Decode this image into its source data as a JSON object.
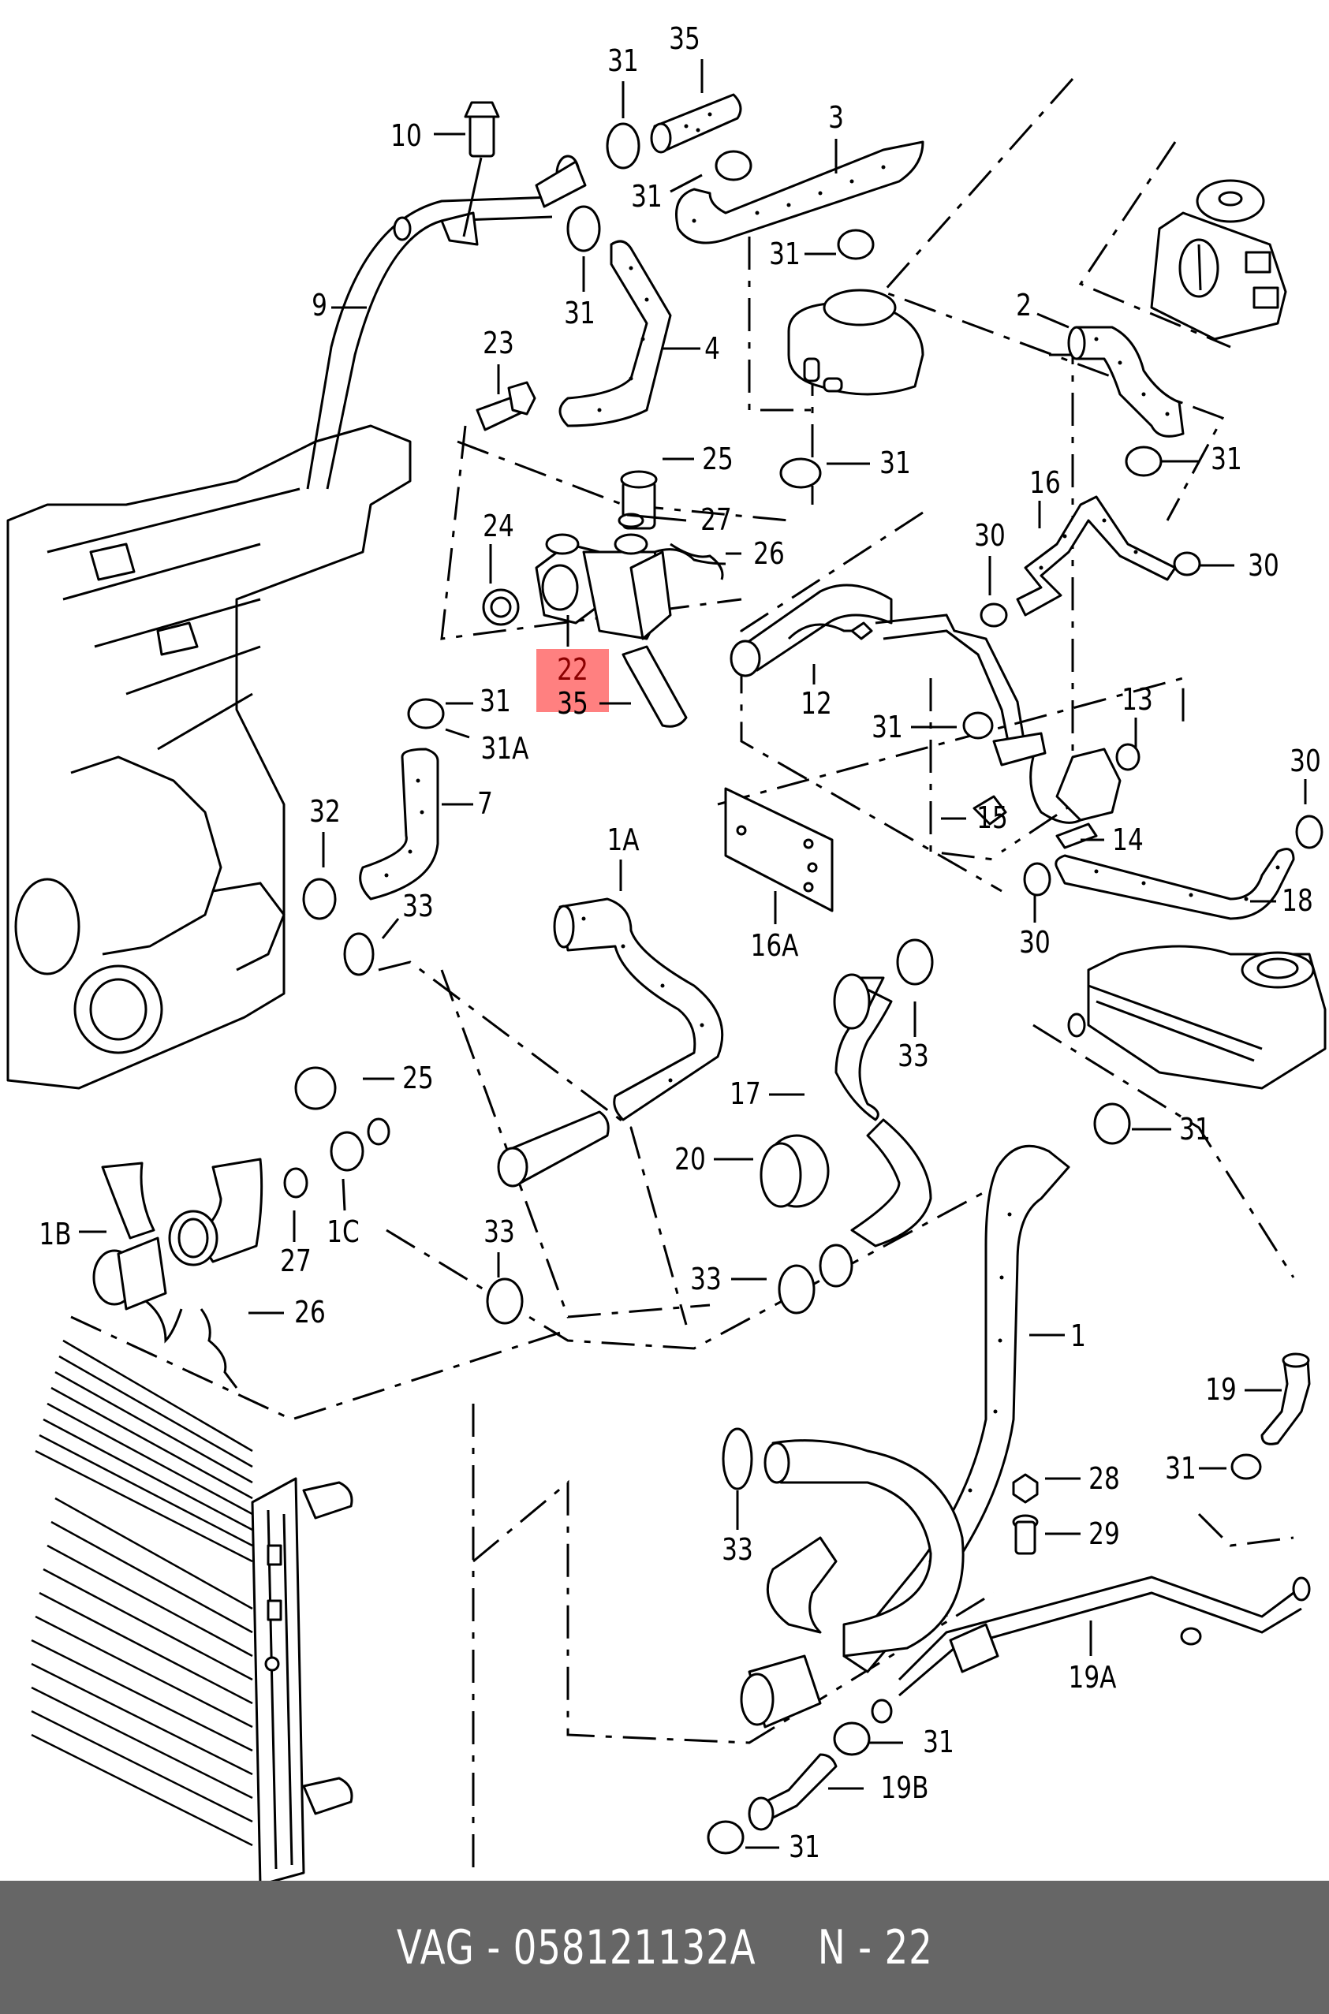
{
  "diagram": {
    "title": "Engine cooling system exploded parts diagram",
    "highlight_color": "#ff8080",
    "highlighted_part": "22",
    "callouts": [
      {
        "id": "35-top",
        "label": "35"
      },
      {
        "id": "31-top-a",
        "label": "31"
      },
      {
        "id": "10",
        "label": "10"
      },
      {
        "id": "3",
        "label": "3"
      },
      {
        "id": "31-top-b",
        "label": "31"
      },
      {
        "id": "31-top-c",
        "label": "31"
      },
      {
        "id": "9",
        "label": "9"
      },
      {
        "id": "31-top-d",
        "label": "31"
      },
      {
        "id": "2",
        "label": "2"
      },
      {
        "id": "23",
        "label": "23"
      },
      {
        "id": "4",
        "label": "4"
      },
      {
        "id": "25-top",
        "label": "25"
      },
      {
        "id": "31-tank",
        "label": "31"
      },
      {
        "id": "31-right-a",
        "label": "31"
      },
      {
        "id": "16",
        "label": "16"
      },
      {
        "id": "24",
        "label": "24"
      },
      {
        "id": "27-top",
        "label": "27"
      },
      {
        "id": "26-top",
        "label": "26"
      },
      {
        "id": "30-a",
        "label": "30"
      },
      {
        "id": "30-b",
        "label": "30"
      },
      {
        "id": "22",
        "label": "22"
      },
      {
        "id": "35-mid",
        "label": "35"
      },
      {
        "id": "31-mid",
        "label": "31"
      },
      {
        "id": "31A",
        "label": "31A"
      },
      {
        "id": "12",
        "label": "12"
      },
      {
        "id": "13",
        "label": "13"
      },
      {
        "id": "31-pipe",
        "label": "31"
      },
      {
        "id": "7",
        "label": "7"
      },
      {
        "id": "32",
        "label": "32"
      },
      {
        "id": "15",
        "label": "15"
      },
      {
        "id": "14",
        "label": "14"
      },
      {
        "id": "30-c",
        "label": "30"
      },
      {
        "id": "1A",
        "label": "1A"
      },
      {
        "id": "18",
        "label": "18"
      },
      {
        "id": "33-a",
        "label": "33"
      },
      {
        "id": "16A",
        "label": "16A"
      },
      {
        "id": "30-d",
        "label": "30"
      },
      {
        "id": "33-b",
        "label": "33"
      },
      {
        "id": "25-low",
        "label": "25"
      },
      {
        "id": "17",
        "label": "17"
      },
      {
        "id": "31-exp",
        "label": "31"
      },
      {
        "id": "20",
        "label": "20"
      },
      {
        "id": "1B",
        "label": "1B"
      },
      {
        "id": "1C",
        "label": "1C"
      },
      {
        "id": "27-low",
        "label": "27"
      },
      {
        "id": "33-c",
        "label": "33"
      },
      {
        "id": "33-d",
        "label": "33"
      },
      {
        "id": "26-low",
        "label": "26"
      },
      {
        "id": "1",
        "label": "1"
      },
      {
        "id": "19",
        "label": "19"
      },
      {
        "id": "31-19",
        "label": "31"
      },
      {
        "id": "28",
        "label": "28"
      },
      {
        "id": "33-e",
        "label": "33"
      },
      {
        "id": "29",
        "label": "29"
      },
      {
        "id": "19A",
        "label": "19A"
      },
      {
        "id": "31-19b-a",
        "label": "31"
      },
      {
        "id": "19B",
        "label": "19B"
      },
      {
        "id": "31-19b-b",
        "label": "31"
      }
    ]
  },
  "footer": {
    "brand": "VAG",
    "separator": " - ",
    "part_number": "058121132A",
    "position_label": "N - 22",
    "text": "VAG - 058121132A     N - 22"
  }
}
